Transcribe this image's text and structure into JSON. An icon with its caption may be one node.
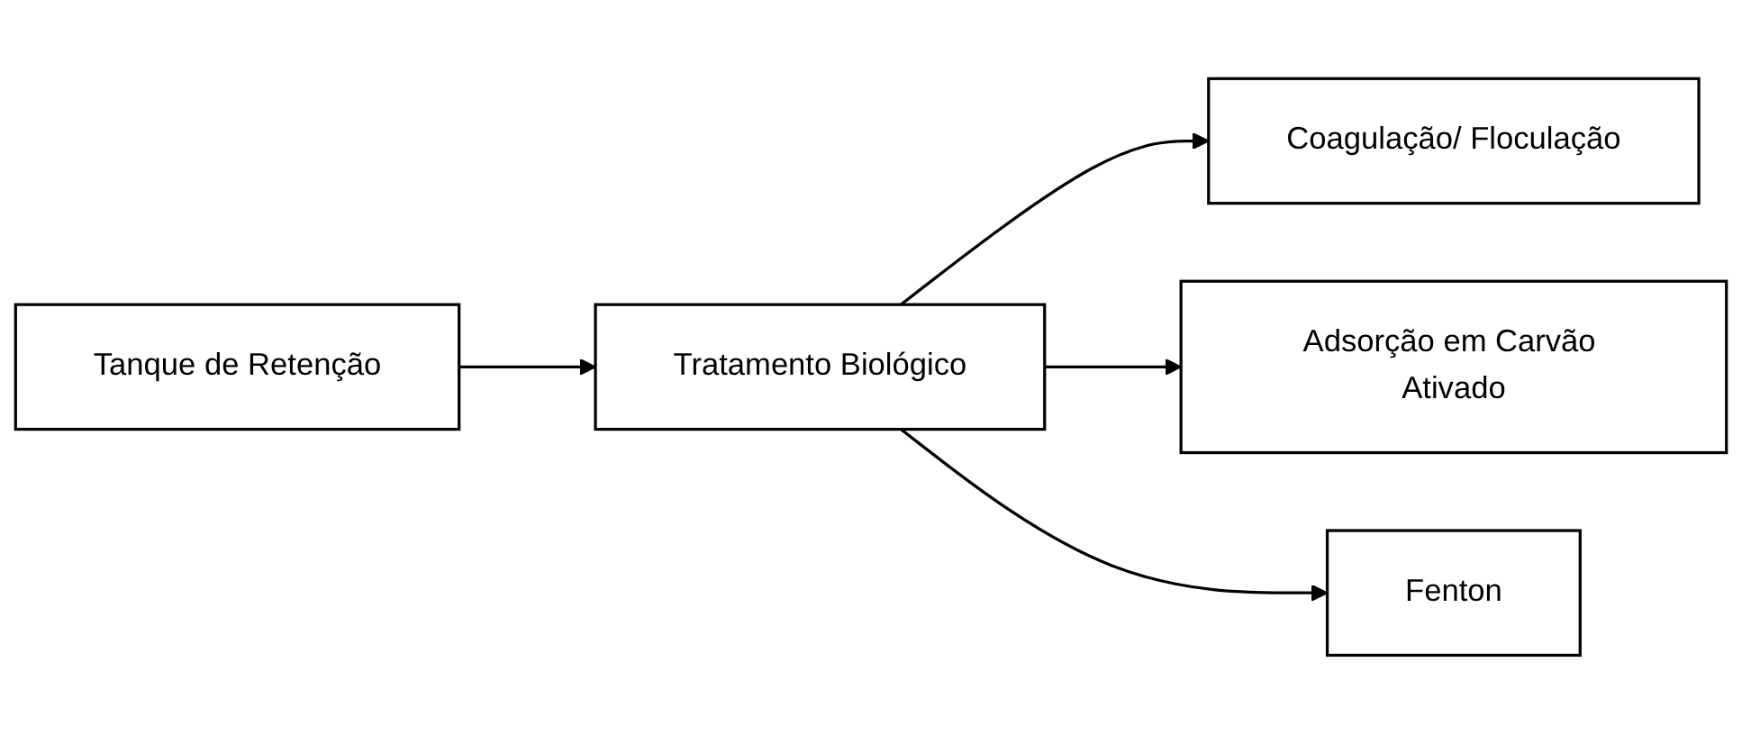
{
  "diagram": {
    "nodes": [
      {
        "text": [
          "Tanque de Retenção"
        ]
      },
      {
        "text": [
          "Tratamento Biológico"
        ]
      },
      {
        "text": [
          "Coagulação/ Floculação"
        ]
      },
      {
        "text": [
          "Adsorção em Carvão Ativado"
        ]
      },
      {
        "text": [
          "Fenton"
        ]
      }
    ],
    "edges": [
      {
        "from": 0,
        "to": 1,
        "arrow": "to"
      },
      {
        "from": 1,
        "to": 2,
        "arrow": "to"
      },
      {
        "from": 1,
        "to": 3,
        "arrow": "to"
      },
      {
        "from": 1,
        "to": 4,
        "arrow": "to"
      }
    ]
  }
}
